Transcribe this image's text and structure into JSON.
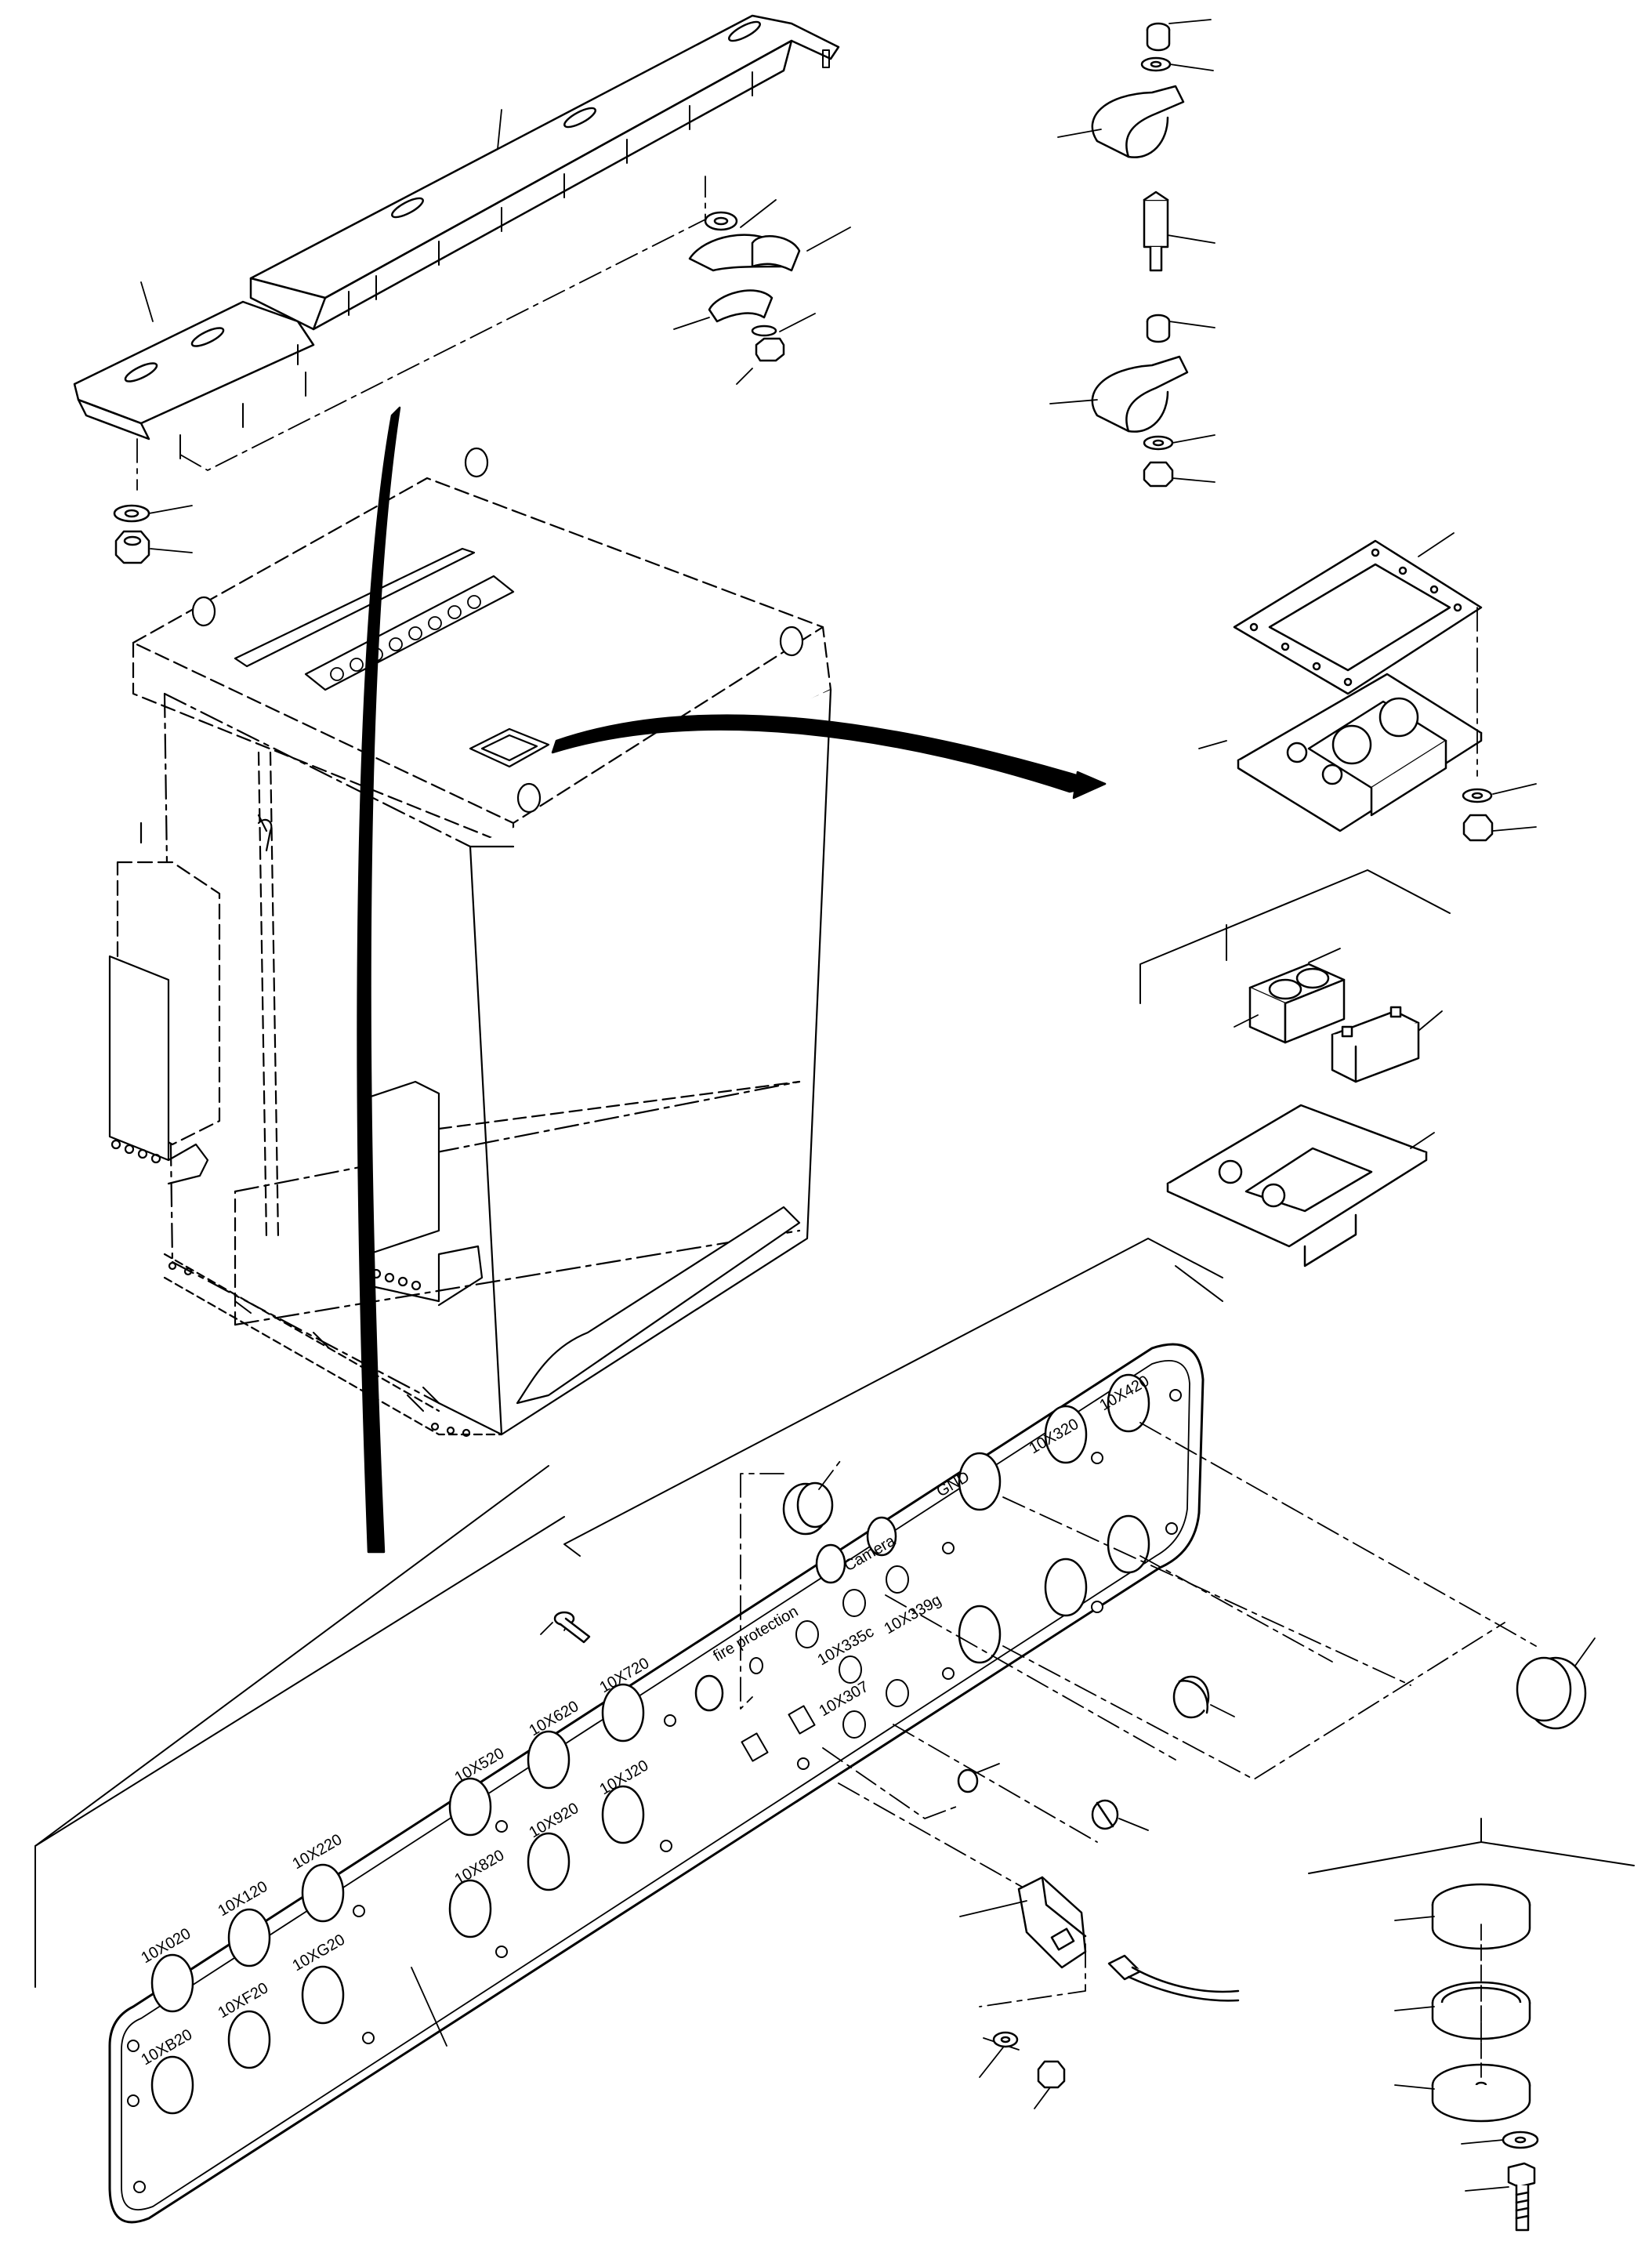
{
  "panel": {
    "row1": [
      "10X020",
      "10X120",
      "10X220"
    ],
    "row2": [
      "10XB20",
      "10XF20",
      "10XG20"
    ],
    "mid_top": [
      "10X520",
      "10X620",
      "10X720"
    ],
    "mid_bot": [
      "10X820",
      "10X920",
      "10XJ20"
    ],
    "fire": "fire protection",
    "c335": "10X335c",
    "c307": "10X307",
    "camera": "Camera",
    "c339": "10X339g",
    "gnd": "GND",
    "c320": "10X320",
    "c420": "10X420"
  },
  "colors": {
    "stroke": "#000000",
    "background": "#ffffff"
  }
}
